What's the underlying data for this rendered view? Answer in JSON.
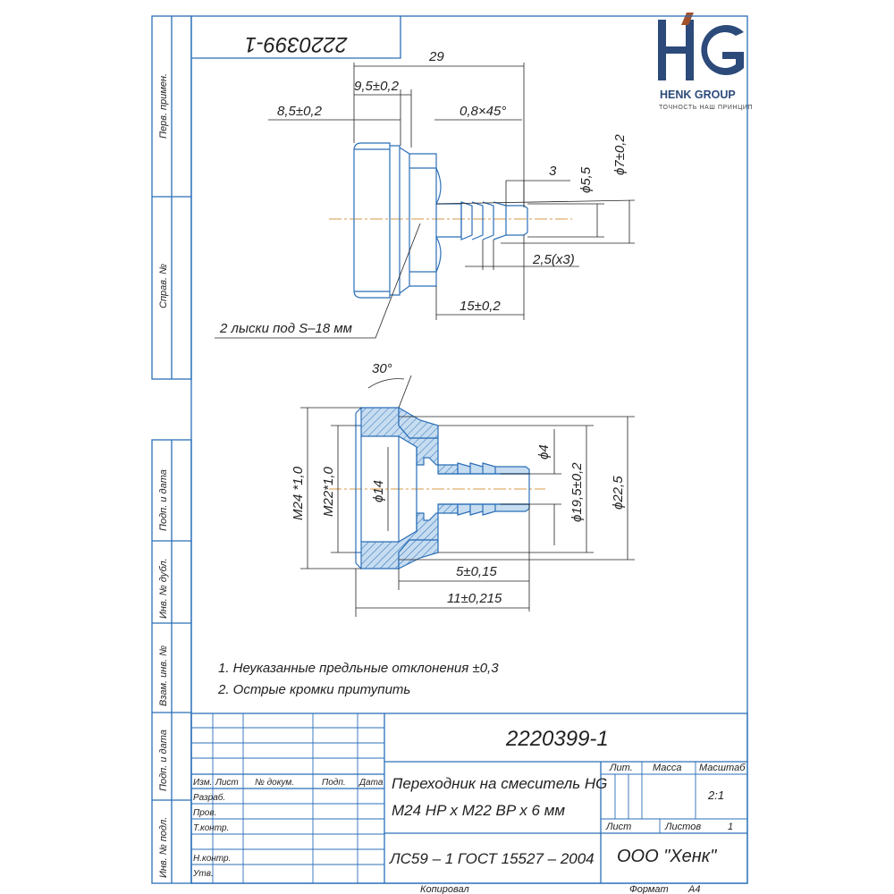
{
  "logo": {
    "mark": "HG",
    "name": "HENK GROUP",
    "tagline": "ТОЧНОСТЬ НАШ ПРИНЦИП"
  },
  "colors": {
    "frame": "#2b6fb8",
    "part_fill": "#c6dcf0",
    "axis": "#d79a4a",
    "logo_blue": "#2c4a7a",
    "logo_brown": "#a0522d"
  },
  "drawing_number": "2220399-1",
  "side_labels": [
    "Перв. примен.",
    "Справ. №",
    "Подп. и дата",
    "Инв. № дубл.",
    "Взам. инв. №",
    "Подп. и дата",
    "Инв. № подл."
  ],
  "top_view": {
    "dims": [
      "29",
      "9,5±0,2",
      "8,5±0,2",
      "0,8×45°",
      "3",
      "ϕ5,5",
      "ϕ7±0,2",
      "2,5(x3)",
      "15±0,2"
    ],
    "leader_note": "2 лыски под S–18 мм"
  },
  "section_view": {
    "dims": [
      "30°",
      "M24 *1,0",
      "M22*1,0",
      "ϕ14",
      "ϕ4",
      "ϕ19,5±0,2",
      "ϕ22,5",
      "5±0,15",
      "11±0,215"
    ]
  },
  "notes": [
    "1. Неуказанные предльные отклонения ±0,3",
    "2. Острые кромки притупить"
  ],
  "title_block": {
    "number": "2220399-1",
    "title_line1": "Переходник на смеситель HG",
    "title_line2": "M24 HP x M22 BP x 6 мм",
    "material": "ЛС59 – 1 ГОСТ 15527 – 2004",
    "org": "ООО \"Хенк\"",
    "hdr": {
      "lit": "Лит.",
      "mass": "Масса",
      "scale": "Масштаб"
    },
    "scale": "2:1",
    "sheet_label": "Лист",
    "sheets_label": "Листов",
    "sheets": "1",
    "cols": [
      "Изм.",
      "Лист",
      "№ докум.",
      "Подп.",
      "Дата"
    ],
    "rows": [
      "Разраб.",
      "Пров.",
      "Т.контр.",
      "Н.контр.",
      "Утв."
    ],
    "copied": "Копировал",
    "format_label": "Формат",
    "format": "A4"
  }
}
